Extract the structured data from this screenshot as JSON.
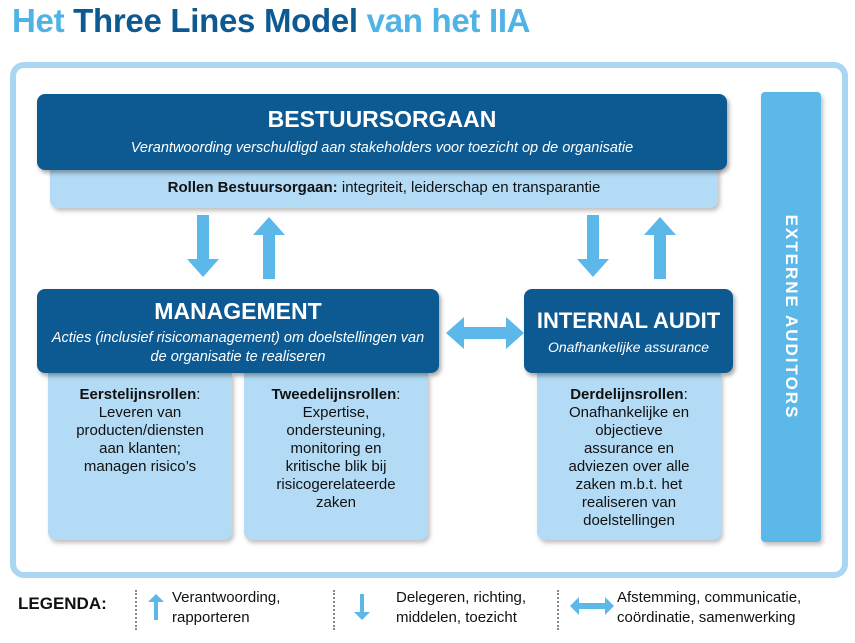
{
  "title": {
    "part1": "Het ",
    "part2": "Three Lines Model",
    "part3": " van het IIA"
  },
  "governing_body": {
    "title": "BESTUURSORGAAN",
    "description": "Verantwoording verschuldigd aan stakeholders voor toezicht op de organisatie",
    "roles_label": "Rollen Bestuursorgaan:",
    "roles_text": " integriteit, leiderschap en transparantie"
  },
  "management": {
    "title": "MANAGEMENT",
    "description": "Acties (inclusief risicomanagement) om doelstellingen van de organisatie te realiseren"
  },
  "internal_audit": {
    "title": "INTERNAL AUDIT",
    "description": "Onafhankelijke assurance"
  },
  "first_line": {
    "heading": "Eerstelijnsrollen",
    "text": "Leveren van\nproducten/diensten\naan klanten;\nmanagen risico’s"
  },
  "second_line": {
    "heading": "Tweedelijnsrollen",
    "text": "Expertise,\nondersteuning,\nmonitoring en\nkritische blik bij\nrisicogerelateerde\nzaken"
  },
  "third_line": {
    "heading": "Derdelijnsrollen",
    "text": "Onafhankelijke en\nobjectieve\nassurance en\nadviezen over alle\nzaken m.b.t. het\nrealiseren van\ndoelstellingen"
  },
  "external_auditors": {
    "label": "EXTERNE AUDITORS"
  },
  "legend": {
    "title": "LEGENDA:",
    "up_text": "Verantwoording,\nrapporteren",
    "down_text": "Delegeren, richting,\nmiddelen, toezicht",
    "both_text": "Afstemming, communicatie,\ncoördinatie, samenwerking"
  },
  "colors": {
    "dark_blue": "#0d5a93",
    "light_blue": "#b3dbf5",
    "arrow_blue": "#5bb8e8",
    "frame": "#aad6f2"
  },
  "icons": [
    "arrow-up-icon",
    "arrow-down-icon",
    "arrow-left-right-icon"
  ]
}
